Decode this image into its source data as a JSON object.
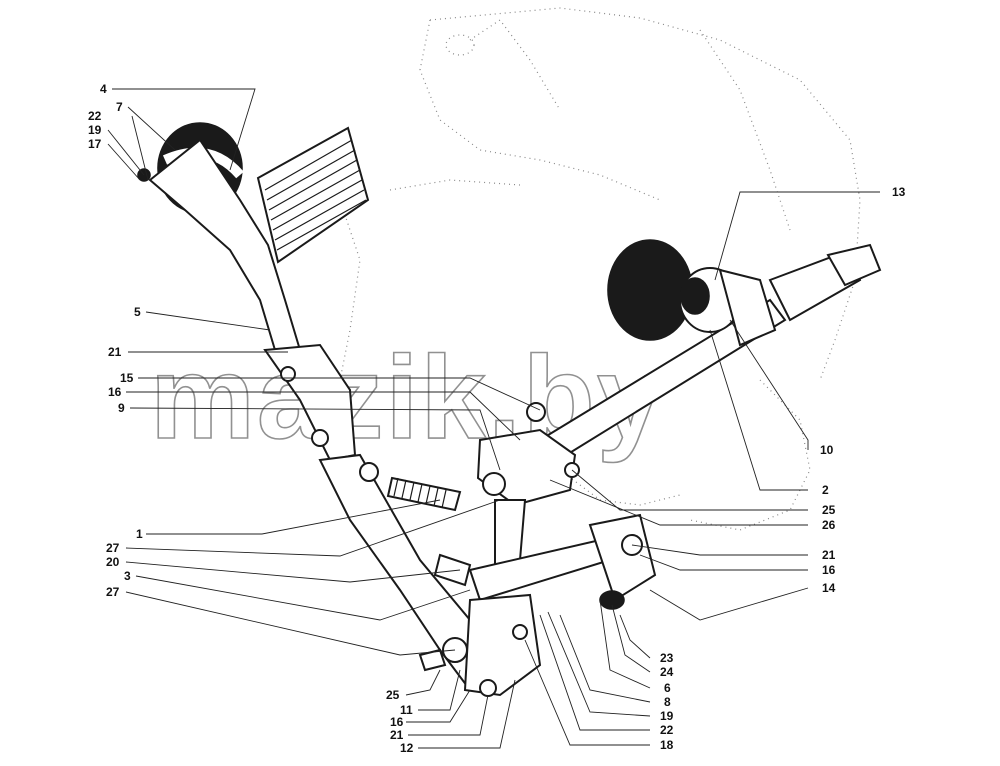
{
  "watermark": "mazik.by",
  "callouts": [
    {
      "id": "c4",
      "text": "4"
    },
    {
      "id": "c7",
      "text": "7"
    },
    {
      "id": "c22a",
      "text": "22"
    },
    {
      "id": "c19a",
      "text": "19"
    },
    {
      "id": "c17",
      "text": "17"
    },
    {
      "id": "c5",
      "text": "5"
    },
    {
      "id": "c21a",
      "text": "21"
    },
    {
      "id": "c15",
      "text": "15"
    },
    {
      "id": "c16a",
      "text": "16"
    },
    {
      "id": "c9",
      "text": "9"
    },
    {
      "id": "c1",
      "text": "1"
    },
    {
      "id": "c27a",
      "text": "27"
    },
    {
      "id": "c20",
      "text": "20"
    },
    {
      "id": "c3",
      "text": "3"
    },
    {
      "id": "c27b",
      "text": "27"
    },
    {
      "id": "c25a",
      "text": "25"
    },
    {
      "id": "c11",
      "text": "11"
    },
    {
      "id": "c16b",
      "text": "16"
    },
    {
      "id": "c21b",
      "text": "21"
    },
    {
      "id": "c12",
      "text": "12"
    },
    {
      "id": "c13",
      "text": "13"
    },
    {
      "id": "c10",
      "text": "10"
    },
    {
      "id": "c2",
      "text": "2"
    },
    {
      "id": "c25b",
      "text": "25"
    },
    {
      "id": "c26",
      "text": "26"
    },
    {
      "id": "c21c",
      "text": "21"
    },
    {
      "id": "c16c",
      "text": "16"
    },
    {
      "id": "c14",
      "text": "14"
    },
    {
      "id": "c23",
      "text": "23"
    },
    {
      "id": "c24",
      "text": "24"
    },
    {
      "id": "c6",
      "text": "6"
    },
    {
      "id": "c8",
      "text": "8"
    },
    {
      "id": "c19b",
      "text": "19"
    },
    {
      "id": "c22b",
      "text": "22"
    },
    {
      "id": "c18",
      "text": "18"
    }
  ]
}
